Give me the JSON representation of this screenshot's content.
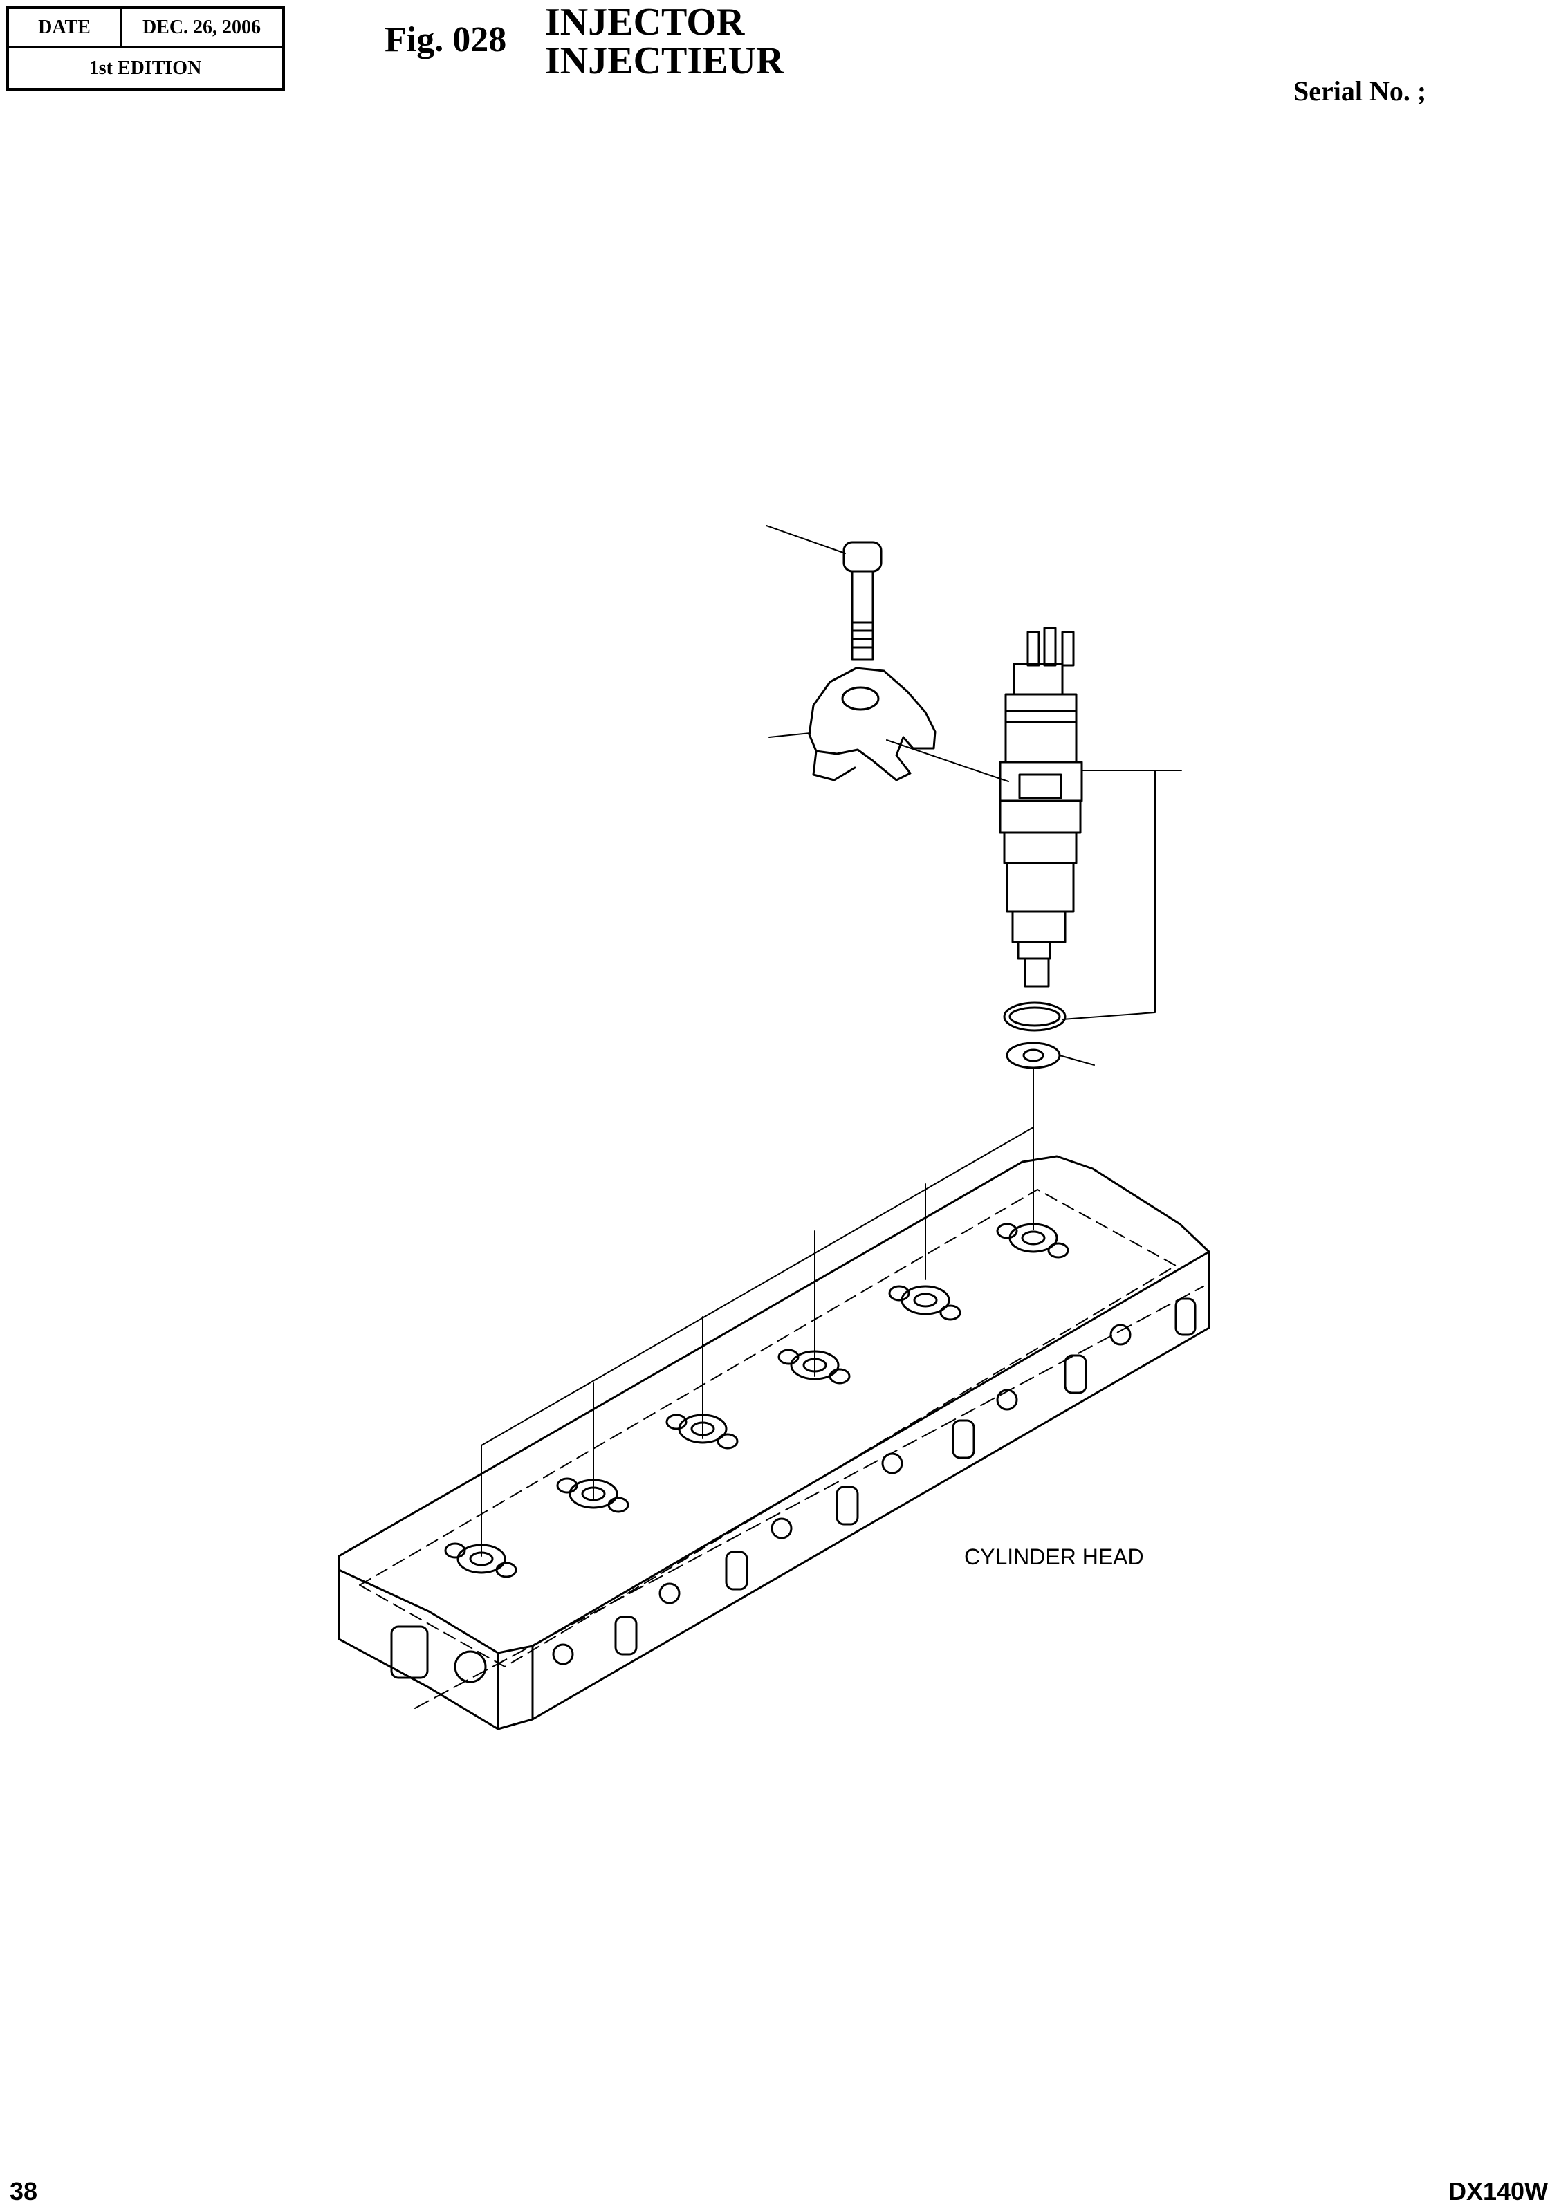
{
  "header": {
    "date_label": "DATE",
    "date_value": "DEC. 26, 2006",
    "edition": "1st EDITION",
    "fig_label": "Fig. 028",
    "title_en": "INJECTOR",
    "title_fr": "INJECTIEUR",
    "serial": "Serial No. ;"
  },
  "drawing": {
    "cylinder_head_label": "CYLINDER HEAD"
  },
  "footer": {
    "page_number": "38",
    "model": "DX140W"
  }
}
